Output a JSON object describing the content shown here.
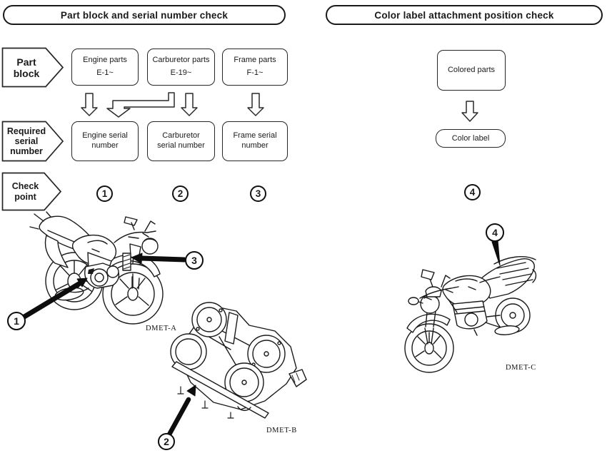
{
  "page": {
    "background": "#ffffff",
    "ink": "#1a1a1a"
  },
  "left_panel": {
    "title": "Part block and serial number check",
    "row_labels": {
      "part_block": "Part block",
      "required_serial": [
        "Required",
        "serial",
        "number"
      ],
      "check_point": [
        "Check",
        "point"
      ]
    },
    "part_blocks": [
      {
        "name": "Engine parts",
        "range": "E-1~"
      },
      {
        "name": "Carburetor parts",
        "range": "E-19~"
      },
      {
        "name": "Frame parts",
        "range": "F-1~"
      }
    ],
    "serial_boxes": [
      {
        "label": "Engine serial number"
      },
      {
        "label": "Carburetor serial number"
      },
      {
        "label": "Frame serial number"
      }
    ],
    "check_points": [
      {
        "number": "1"
      },
      {
        "number": "2"
      },
      {
        "number": "3"
      }
    ]
  },
  "right_panel": {
    "title": "Color label attachment position check",
    "colored_parts": "Colored parts",
    "color_label": "Color label",
    "check_point": {
      "number": "4"
    }
  },
  "figures": {
    "dmet_a": {
      "label": "DMET-A",
      "callouts": [
        "1",
        "3"
      ]
    },
    "dmet_b": {
      "label": "DMET-B",
      "callouts": [
        "2"
      ]
    },
    "dmet_c": {
      "label": "DMET-C",
      "callouts": [
        "4"
      ]
    }
  }
}
